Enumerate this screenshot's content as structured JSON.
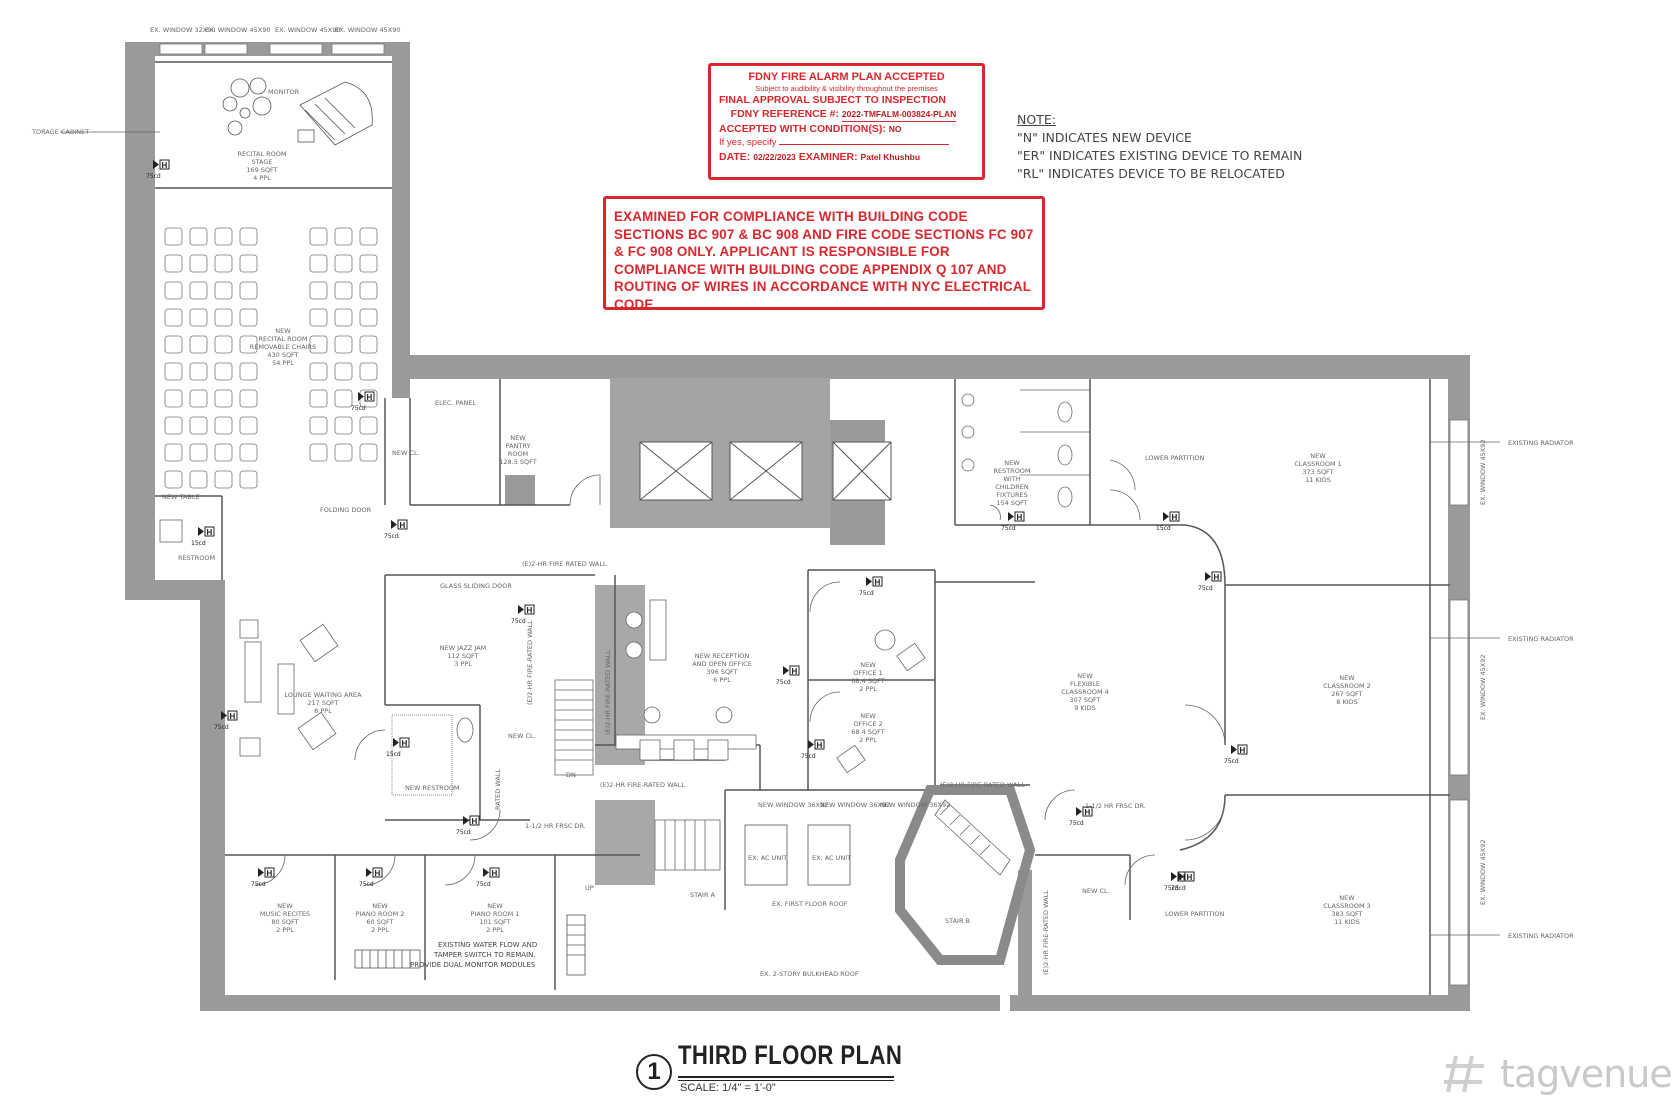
{
  "stamp_approval": {
    "heading": "FDNY FIRE ALARM PLAN ACCEPTED",
    "subheading": "Subject to audibility & visibility throughout the premises",
    "final": "FINAL APPROVAL SUBJECT TO INSPECTION",
    "reference_label": "FDNY REFERENCE #:",
    "reference_value": "2022-TMFALM-003824-PLAN",
    "conditions_label": "ACCEPTED WITH CONDITION(S):",
    "conditions_value": "NO",
    "specify": "If yes, specify",
    "date_label": "DATE:",
    "date_value": "02/22/2023",
    "examiner_label": "EXAMINER:",
    "examiner_value": "Patel Khushbu"
  },
  "stamp_compliance": {
    "text": "EXAMINED FOR COMPLIANCE WITH BUILDING CODE SECTIONS BC 907 & BC 908 AND FIRE CODE SECTIONS FC 907 & FC 908 ONLY. APPLICANT IS RESPONSIBLE FOR COMPLIANCE WITH BUILDING CODE APPENDIX Q 107 AND ROUTING OF WIRES IN ACCORDANCE WITH NYC ELECTRICAL CODE"
  },
  "note": {
    "title": "NOTE:",
    "lines": [
      "\"N\"  INDICATES NEW DEVICE",
      "\"ER\" INDICATES EXISTING DEVICE TO REMAIN",
      "\"RL\" INDICATES DEVICE TO BE RELOCATED"
    ]
  },
  "title": {
    "number": "1",
    "text": "THIRD FLOOR PLAN",
    "scale": "SCALE: 1/4\" = 1'-0\""
  },
  "watermark": "tagvenue",
  "rooms": [
    {
      "id": "recital-stage",
      "lines": [
        "RECITAL ROOM",
        "STAGE",
        "169 SQFT",
        "4 PPL"
      ]
    },
    {
      "id": "recital-room",
      "lines": [
        "NEW",
        "RECITAL ROOM",
        "REMOVABLE CHAIRS",
        "430 SQFT",
        "54 PPL"
      ]
    },
    {
      "id": "pantry",
      "lines": [
        "NEW",
        "PANTRY",
        "ROOM",
        "128.5 SQFT"
      ]
    },
    {
      "id": "restroom-main",
      "lines": [
        "NEW",
        "RESTROOM",
        "WITH",
        "CHILDREN",
        "FIXTURES",
        "154 SQFT"
      ]
    },
    {
      "id": "classroom-1",
      "lines": [
        "NEW",
        "CLASSROOM 1",
        "373 SQFT",
        "11 KIDS"
      ]
    },
    {
      "id": "jazz-jam",
      "lines": [
        "NEW JAZZ JAM",
        "112 SQFT",
        "3 PPL"
      ]
    },
    {
      "id": "lounge",
      "lines": [
        "LOUNGE WAITING AREA",
        "217 SQFT",
        "8 PPL"
      ]
    },
    {
      "id": "reception",
      "lines": [
        "NEW RECEPTION",
        "AND OPEN OFFICE",
        "396 SQFT",
        "6 PPL"
      ]
    },
    {
      "id": "office-1",
      "lines": [
        "NEW",
        "OFFICE 1",
        "68.4 SQFT",
        "2 PPL"
      ]
    },
    {
      "id": "office-2",
      "lines": [
        "NEW",
        "OFFICE 2",
        "68.4 SQFT",
        "2 PPL"
      ]
    },
    {
      "id": "classroom-4",
      "lines": [
        "NEW",
        "FLEXIBLE",
        "CLASSROOM 4",
        "307 SQFT",
        "9 KIDS"
      ]
    },
    {
      "id": "classroom-2",
      "lines": [
        "NEW",
        "CLASSROOM 2",
        "267 SQFT",
        "8 KIDS"
      ]
    },
    {
      "id": "classroom-3",
      "lines": [
        "NEW",
        "CLASSROOM 3",
        "383 SQFT",
        "11 KIDS"
      ]
    },
    {
      "id": "music-recital",
      "lines": [
        "NEW",
        "MUSIC RECITES",
        "80 SQFT",
        "2 PPL"
      ]
    },
    {
      "id": "piano-2",
      "lines": [
        "NEW",
        "PIANO ROOM 2",
        "60 SQFT",
        "2 PPL"
      ]
    },
    {
      "id": "piano-1",
      "lines": [
        "NEW",
        "PIANO ROOM 1",
        "101 SQFT",
        "2 PPL"
      ]
    }
  ],
  "labels": {
    "windows_top": [
      "EX. WINDOW 32X90",
      "EX. WINDOW 45X90",
      "EX. WINDOW 45X90",
      "EX. WINDOW 45X90"
    ],
    "storage": "TORAGE CABINET",
    "monitor": "MONITOR",
    "elec_panel": "ELEC. PANEL",
    "new_cl_1": "NEW CL.",
    "new_table": "NEW TABLE",
    "folding_door": "FOLDING DOOR",
    "restroom_small": "RESTROOM",
    "lower_partition_top": "LOWER PARTITION",
    "glass_sliding": "GLASS SLIDING DOOR",
    "fire_wall_jazz": "(E)2-HR FIRE RATED WALL",
    "fire_wall_vert": "(E)2-HR FIRE-RATED WALL",
    "fire_wall_horz": "(E)2-HR FIRE-RATED WALL",
    "fire_wall_right": "(E)2-HR FIRE-RATED WALL",
    "new_cl_2": "NEW CL.",
    "new_restroom": "NEW RESTROOM",
    "rated_wall": "RATED WALL",
    "frsc_dr": "1-1/2 HR FRSC DR.",
    "hr_frsc": "1-1/2 HR FRSC DR.",
    "new_windows": [
      "NEW WINDOW 36X92",
      "NEW WINDOW 36X92",
      "NEW WINDOW 36X92"
    ],
    "ex_ac": [
      "EX. AC UNIT",
      "EX. AC UNIT"
    ],
    "first_floor_roof": "EX. FIRST FLOOR ROOF",
    "stair_a": "STAIR A",
    "stair_b": "STAIR B",
    "bulkhead": "EX. 2-STORY BULKHEAD ROOF",
    "new_cl_3": "NEW CL.",
    "lower_partition_bottom": "LOWER PARTITION",
    "existing_radiator": [
      "EXISTING RADIATOR",
      "EXISTING RADIATOR",
      "EXISTING RADIATOR"
    ],
    "ex_window_right": [
      "EX. WINDOW 45X92",
      "EX. WINDOW 45X92",
      "EX. WINDOW 45X92"
    ],
    "water_flow": [
      "EXISTING WATER FLOW AND",
      "TAMPER SWITCH TO REMAIN.",
      "PROVIDE DUAL MONITOR MODULES"
    ],
    "up": "UP",
    "dn": "DN",
    "devices": [
      "75cd",
      "75cd",
      "15cd",
      "75cd",
      "75cd",
      "75cd",
      "75cd",
      "15cd",
      "75cd",
      "75cd",
      "75cd",
      "75cd",
      "75cd",
      "75cd",
      "75cd",
      "15cd",
      "75cd",
      "75cd",
      "75cd",
      "75cd",
      "75cd"
    ]
  }
}
